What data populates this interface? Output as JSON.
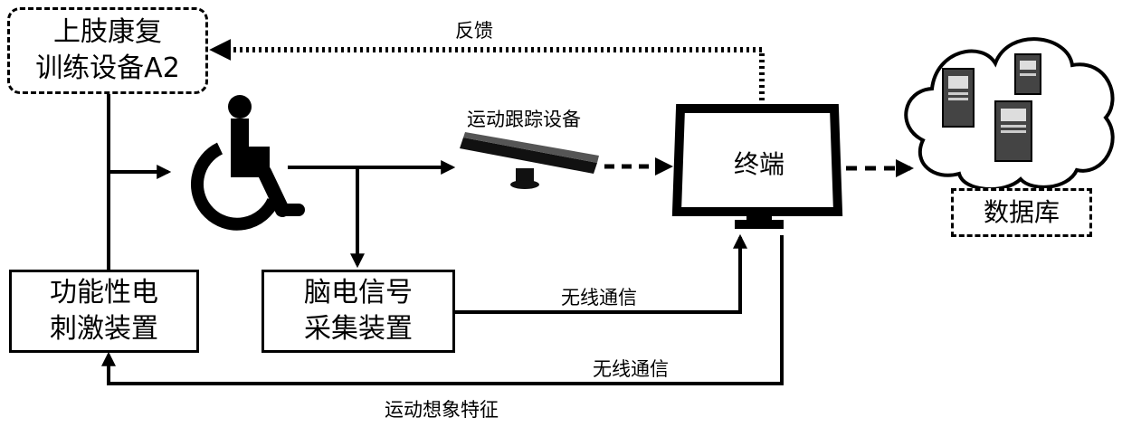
{
  "nodes": {
    "rehab_device": [
      "上肢康复",
      "训练设备A2"
    ],
    "fes_device": [
      "功能性电",
      "刺激装置"
    ],
    "eeg_device": [
      "脑电信号",
      "采集装置"
    ],
    "terminal": "终端",
    "database": "数据库"
  },
  "labels": {
    "feedback": "反馈",
    "motion_tracking": "运动跟踪设备",
    "wireless_1": "无线通信",
    "wireless_2": "无线通信",
    "motor_imagery": "运动想象特征"
  },
  "icons": {
    "patient": "wheelchair-icon",
    "tracker": "motion-sensor-icon",
    "monitor": "monitor-icon",
    "cloud": "cloud-icon",
    "servers": "server-icon"
  }
}
